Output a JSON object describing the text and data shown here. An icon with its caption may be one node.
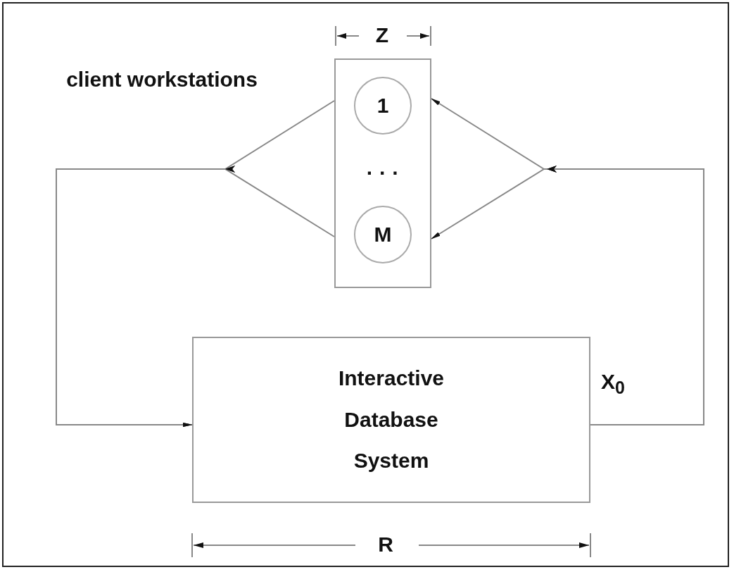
{
  "diagram": {
    "nodes": [
      {
        "text": [
          "· · ·"
        ]
      },
      {
        "text": [
          "1"
        ],
        "in": 0
      },
      {
        "text": [
          "M"
        ],
        "in": 0
      },
      {
        "text": [
          "Interactive Database System"
        ]
      }
    ],
    "edges": [
      {
        "from": 1,
        "to": 3,
        "arrow": "to"
      },
      {
        "from": 2,
        "to": 3,
        "arrow": "to"
      },
      {
        "from": 3,
        "to": 1,
        "arrow": "to"
      },
      {
        "from": 3,
        "to": 2,
        "arrow": "to"
      }
    ],
    "labels": [
      "client workstations",
      "Z",
      "X$_{0}$",
      "R"
    ]
  }
}
